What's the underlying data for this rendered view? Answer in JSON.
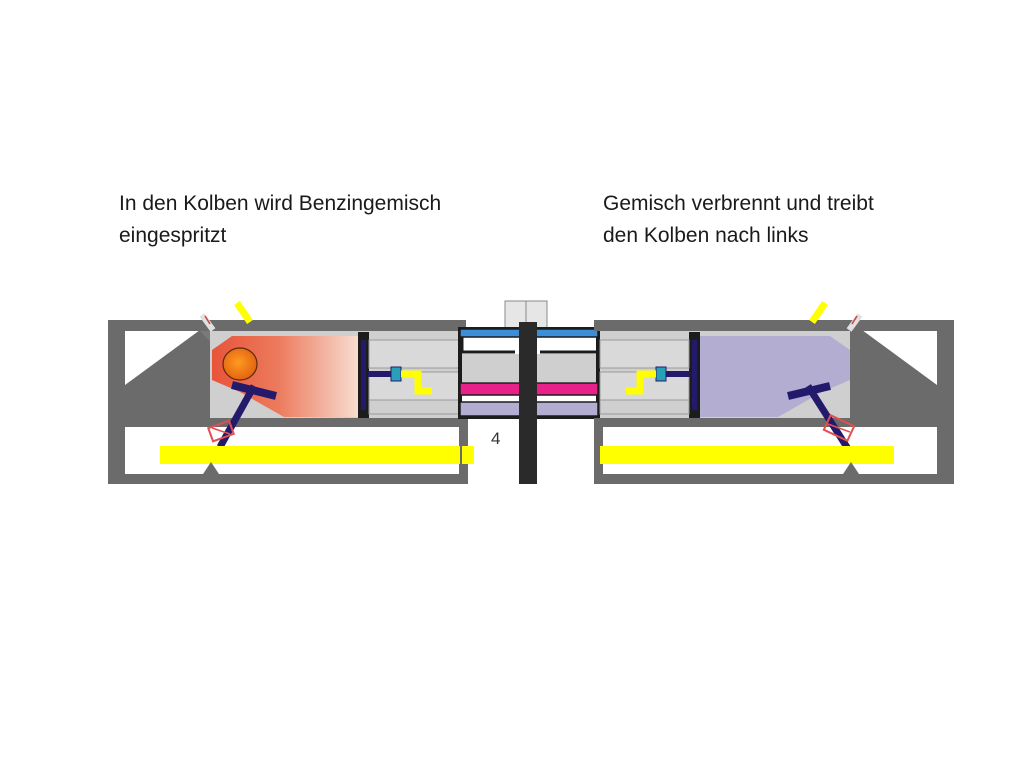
{
  "captions": {
    "left": {
      "line1": "In den Kolben wird Benzingemisch",
      "line2": "eingespritzt"
    },
    "right": {
      "line1": "Gemisch verbrennt und treibt",
      "line2": "den Kolben nach links"
    }
  },
  "stage_number": "4",
  "colors": {
    "housing": "#6b6b6b",
    "cylinder_wall": "#cfcfcf",
    "piston_rod": "#1c1c1c",
    "valve": "#231a6b",
    "fuel_line": "#ffff00",
    "left_charge_hot": "#e8543a",
    "left_charge_cool": "#f8dcd0",
    "right_charge": "#b3add2",
    "spark": "#f08a10",
    "blue_bar": "#3a8fd8",
    "magenta_bar": "#e8208a",
    "lavender_bar": "#b3add2"
  }
}
